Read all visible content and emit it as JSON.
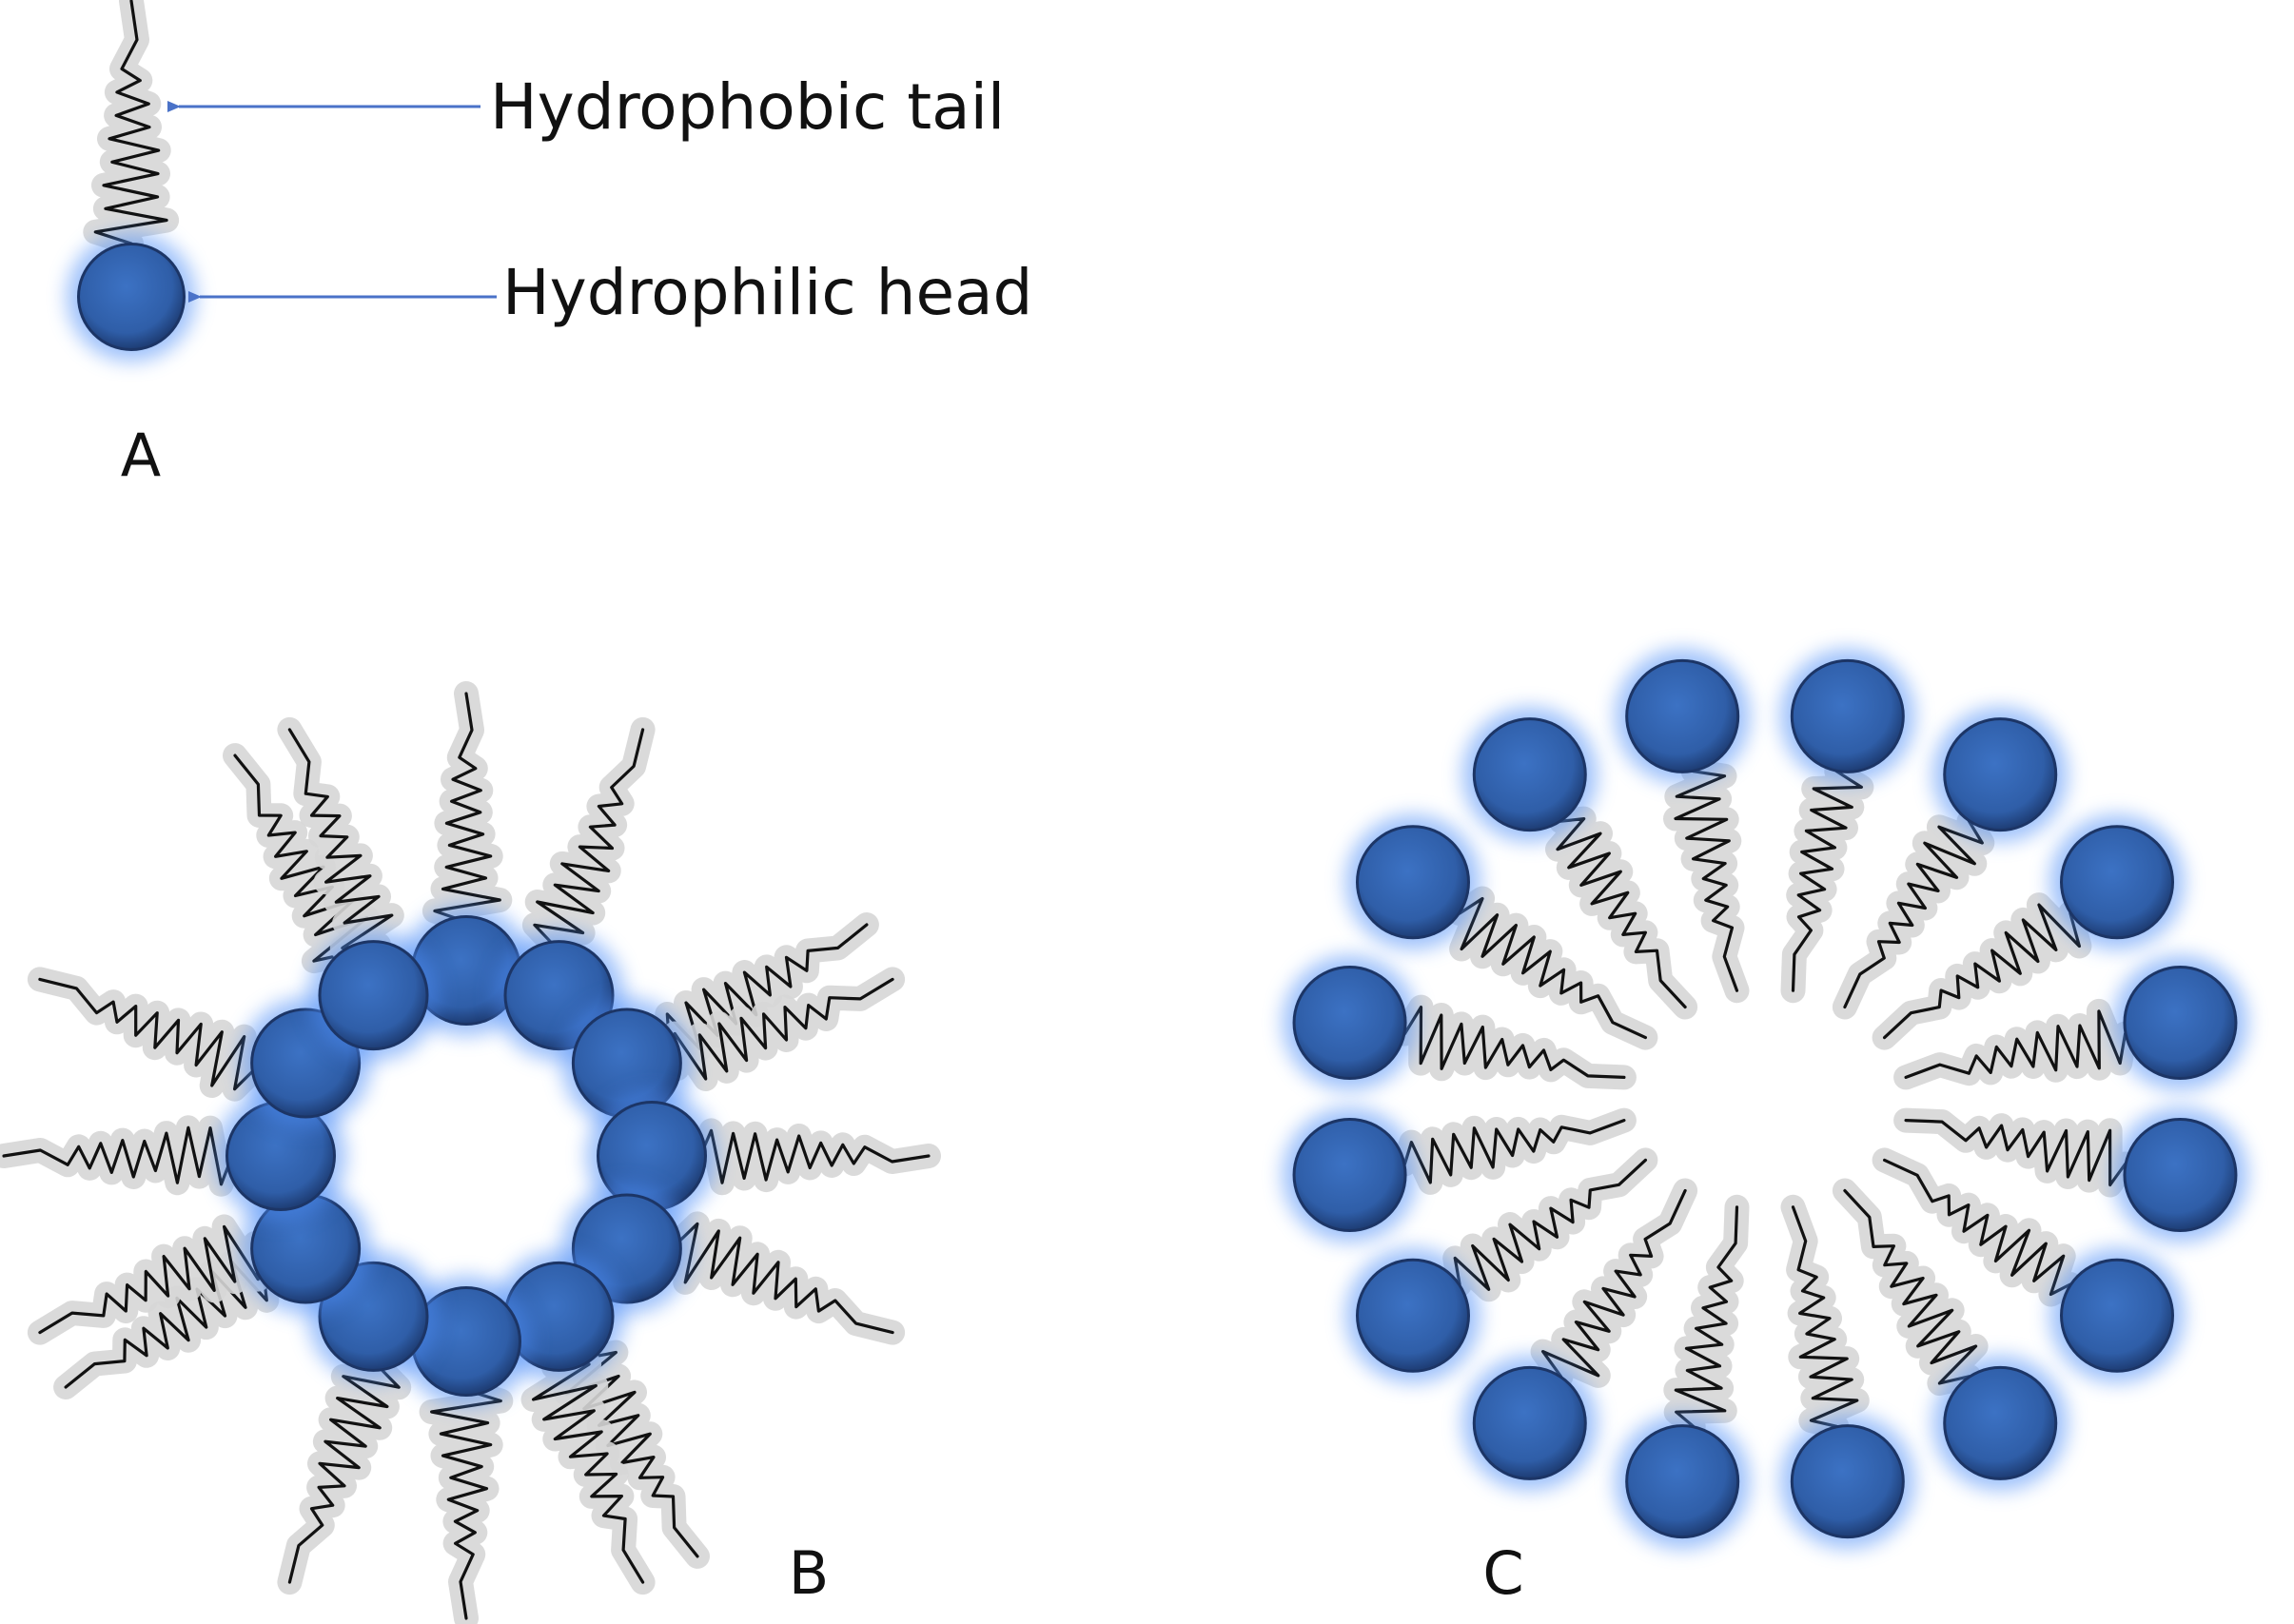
{
  "labels": {
    "tail": "Hydrophobic tail",
    "head": "Hydrophilic head"
  },
  "panels": {
    "a": "A",
    "b": "B",
    "c": "C"
  },
  "colors": {
    "head_fill": "#2f5ea8",
    "head_glow": "#4f8ff7",
    "arrow": "#4a72c8",
    "tail": "#111111"
  }
}
